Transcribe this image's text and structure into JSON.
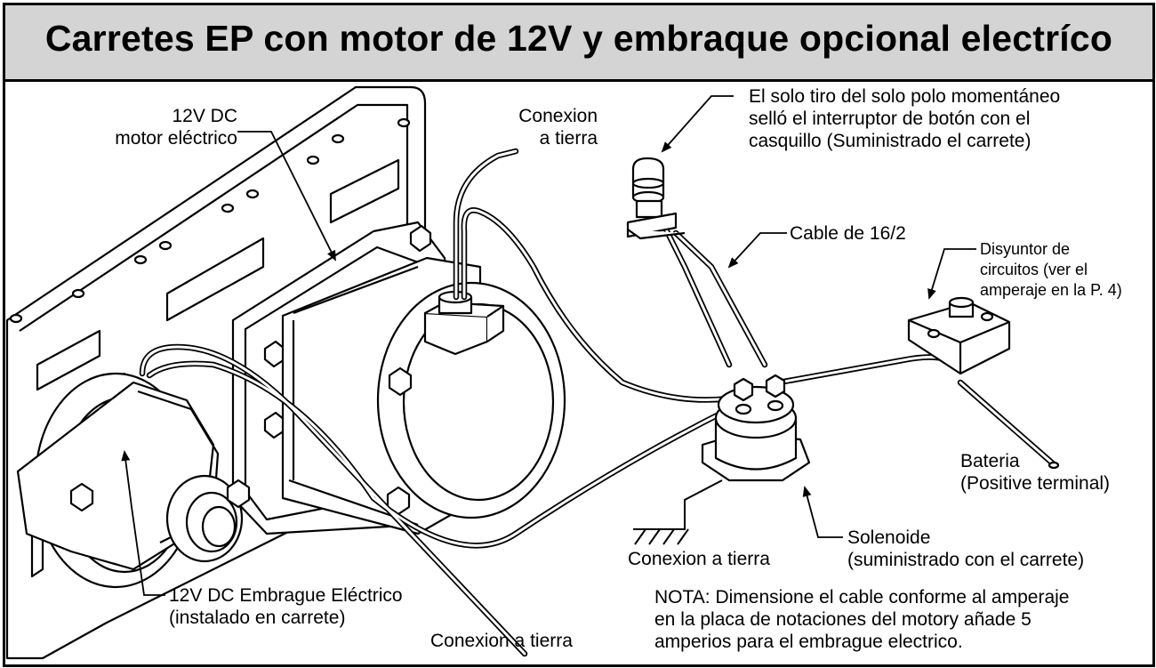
{
  "title": "Carretes EP con motor de 12V y embraque opcional electríco",
  "labels": {
    "motor": [
      "12V DC",
      "motor eléctrico"
    ],
    "ground_top": [
      "Conexion",
      "a tierra"
    ],
    "switch": [
      "El solo tiro del solo polo momentáneo",
      "selló el interruptor de botón con el",
      "casquillo (Suministrado el carrete)"
    ],
    "cable": "Cable de 16/2",
    "breaker": [
      "Disyuntor de",
      "circuitos (ver el",
      "amperaje en la P. 4)"
    ],
    "battery": [
      "Bateria",
      "(Positive terminal)"
    ],
    "solenoid": [
      "Solenoide",
      "(suministrado con el carrete)"
    ],
    "ground_mid": "Conexion a tierra",
    "clutch": [
      "12V DC Embrague Eléctrico",
      "(instalado en carrete)"
    ],
    "ground_bottom": "Conexion a tierra",
    "note": [
      "NOTA: Dimensione el cable conforme al amperaje",
      "en la placa de notaciones del motory añade 5",
      "amperios para el embrague electrico."
    ]
  }
}
